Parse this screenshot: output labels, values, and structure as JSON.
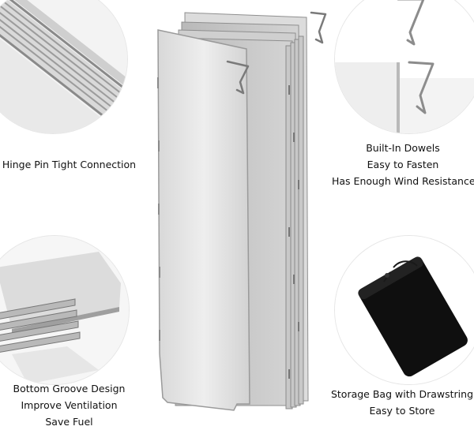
{
  "features": {
    "hinge": {
      "lines": [
        "Hinge Pin Tight Connection"
      ]
    },
    "dowel": {
      "lines": [
        "Built-In Dowels",
        "Easy to Fasten",
        "Has Enough Wind Resistance"
      ]
    },
    "groove": {
      "lines": [
        "Bottom Groove Design",
        "Improve Ventilation",
        "Save Fuel"
      ]
    },
    "bag": {
      "lines": [
        "Storage Bag with Drawstring",
        "Easy to Store"
      ]
    }
  },
  "product": {
    "icon": "folding-aluminum-windscreen"
  },
  "colors": {
    "aluminum_light": "#e4e4e4",
    "aluminum_mid": "#c7c7c7",
    "aluminum_dark": "#9a9a9a",
    "bag": "#0e0e0e",
    "text": "#111111"
  }
}
